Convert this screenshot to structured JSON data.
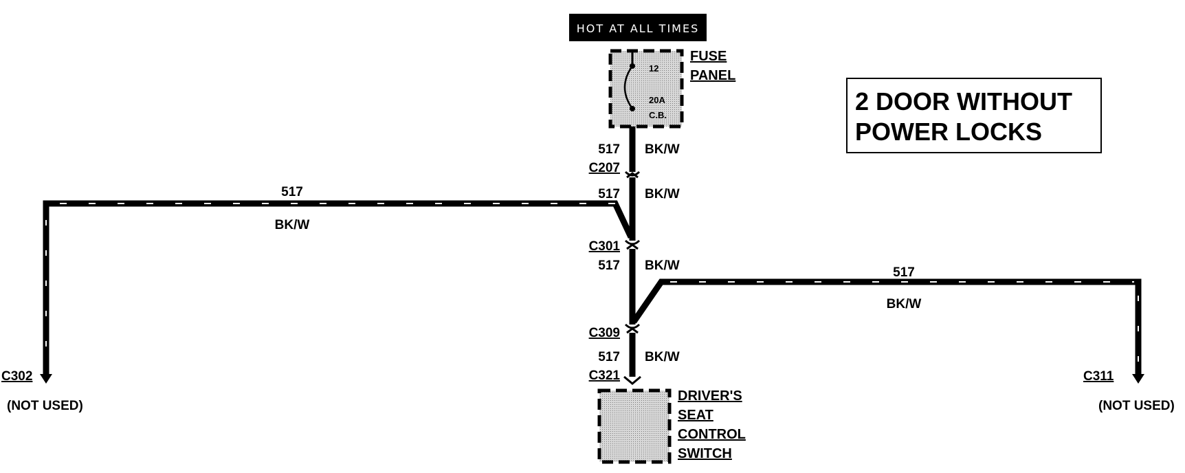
{
  "header": {
    "text": "HOT AT ALL TIMES"
  },
  "title": {
    "line1": "2 DOOR WITHOUT",
    "line2": "POWER LOCKS"
  },
  "fuse_panel": {
    "label_line1": "FUSE",
    "label_line2": "PANEL",
    "fuse_number": "12",
    "rating": "20A",
    "type": "C.B."
  },
  "circuit": {
    "number": "517",
    "color": "BK/W"
  },
  "connectors": {
    "c207": "C207",
    "c301": "C301",
    "c309": "C309",
    "c321": "C321",
    "c302": "C302",
    "c311": "C311"
  },
  "not_used": "(NOT USED)",
  "switch": {
    "line1": "DRIVER'S",
    "line2": "SEAT",
    "line3": "CONTROL",
    "line4": "SWITCH"
  },
  "colors": {
    "wire": "#000000",
    "component_fill": "#bdbdbd",
    "header_bg": "#000000"
  }
}
